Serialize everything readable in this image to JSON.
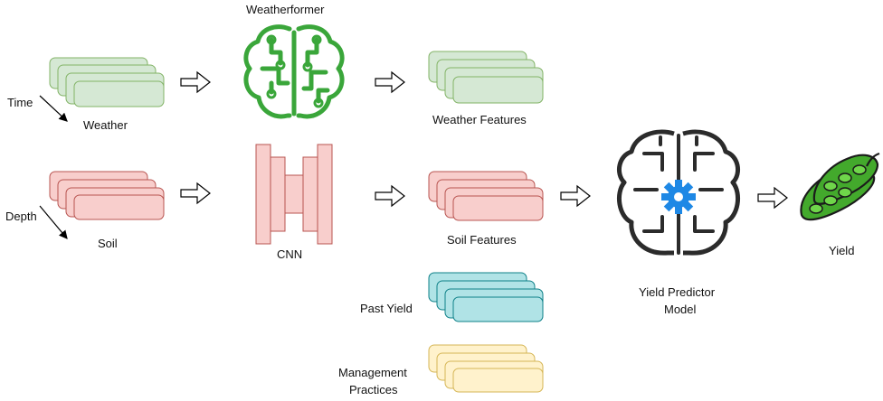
{
  "labels": {
    "weatherformer": "Weatherformer",
    "time": "Time",
    "weather": "Weather",
    "weather_features": "Weather Features",
    "depth": "Depth",
    "soil": "Soil",
    "cnn": "CNN",
    "soil_features": "Soil Features",
    "past_yield": "Past Yield",
    "management_line1": "Management",
    "management_line2": "Practices",
    "predictor_line1": "Yield Predictor",
    "predictor_line2": "Model",
    "yield": "Yield"
  },
  "icons": {
    "weatherformer": "circuit-brain-icon",
    "cnn": "encoder-decoder-icon",
    "predictor": "brain-gear-icon",
    "yield": "soybean-pod-icon"
  },
  "colors": {
    "weather_fill": "#d5e8d4",
    "weather_stroke": "#82b366",
    "soil_fill": "#f8cecc",
    "soil_stroke": "#b85450",
    "past_yield_fill": "#b0e3e6",
    "past_yield_stroke": "#0e8088",
    "management_fill": "#fff2cc",
    "management_stroke": "#d6b656",
    "brain_green": "#3aa63a",
    "gear_blue": "#1e88e5",
    "predictor_dark": "#2b2b2b"
  }
}
